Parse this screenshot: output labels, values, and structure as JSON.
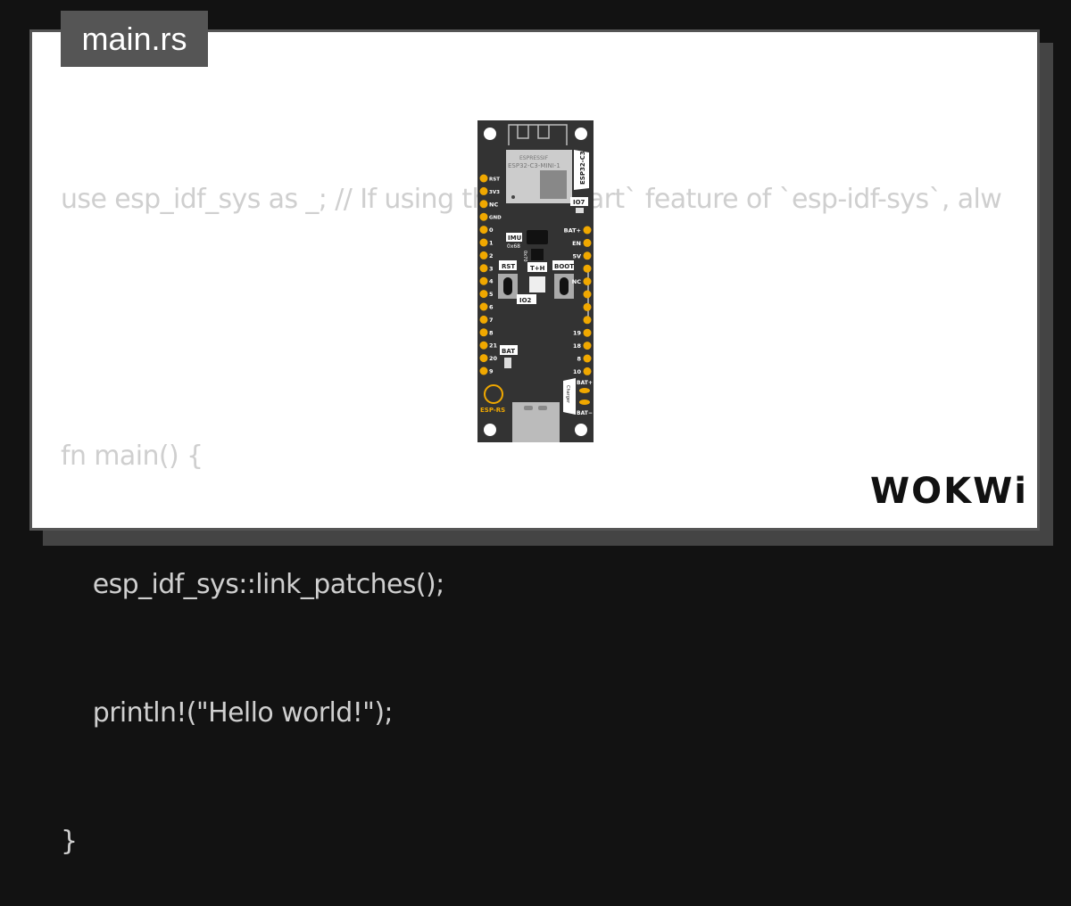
{
  "tab": {
    "filename": "main.rs"
  },
  "code": {
    "lines": [
      "use esp_idf_sys as _; // If using the `binstart` feature of `esp-idf-sys`, alw",
      "",
      "fn main() {",
      "    esp_idf_sys::link_patches();",
      "    println!(\"Hello world!\");",
      "}"
    ]
  },
  "board": {
    "module_brand": "ESPRESSIF",
    "module_name": "ESP32-C3-MINI-1",
    "chip_label": "ESP32-C3",
    "left_pins": [
      "RST",
      "3V3",
      "NC",
      "GND",
      "0",
      "1",
      "2",
      "3",
      "4",
      "5",
      "6",
      "7",
      "8",
      "21",
      "20",
      "9"
    ],
    "right_pins": [
      "BAT+",
      "EN",
      "5V",
      "",
      "NC",
      "",
      "",
      "",
      "19",
      "18",
      "8",
      "10"
    ],
    "labels": {
      "io7": "IO7",
      "imu": "IMU",
      "imu_addr": "0x68",
      "th": "T+H",
      "th_addr": "0x70",
      "rst": "RST",
      "boot": "BOOT",
      "io2": "IO2",
      "bat": "BAT",
      "charger": "Charger",
      "bat_plus": "BAT+",
      "bat_minus": "BAT−",
      "logo": "ESP-RS"
    },
    "colors": {
      "pcb": "#333333",
      "pin": "#f0a800",
      "module": "#cccccc"
    }
  },
  "brand": {
    "logo": "WOKWi"
  }
}
